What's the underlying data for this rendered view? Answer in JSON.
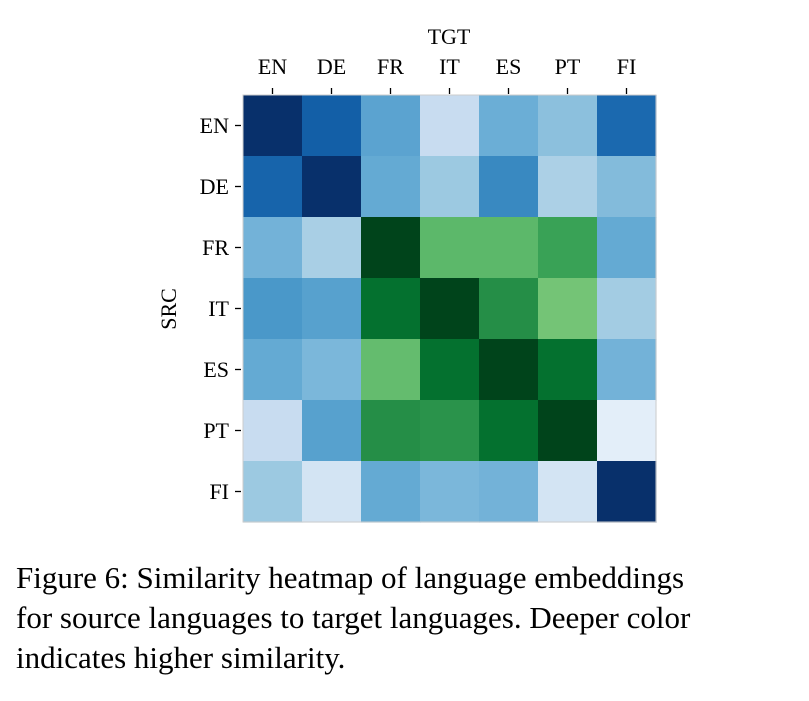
{
  "chart_data": {
    "type": "heatmap",
    "xlabel": "TGT",
    "ylabel": "SRC",
    "x_categories": [
      "EN",
      "DE",
      "FR",
      "IT",
      "ES",
      "PT",
      "FI"
    ],
    "y_categories": [
      "EN",
      "DE",
      "FR",
      "IT",
      "ES",
      "PT",
      "FI"
    ],
    "x_axis_position": "top",
    "colormaps": {
      "blues": [
        "#f7fbff",
        "#deebf7",
        "#c6dbef",
        "#9ecae1",
        "#6baed6",
        "#4292c6",
        "#2171b5",
        "#08519c",
        "#08306b"
      ],
      "greens": [
        "#f7fcf5",
        "#e5f5e0",
        "#c7e9c0",
        "#a1d99b",
        "#74c476",
        "#41ab5d",
        "#238b45",
        "#006d2c",
        "#00441b"
      ]
    },
    "romance_group": [
      "FR",
      "IT",
      "ES",
      "PT"
    ],
    "matrix": [
      [
        1.0,
        0.82,
        0.55,
        0.24,
        0.5,
        0.42,
        0.78
      ],
      [
        0.8,
        1.0,
        0.52,
        0.38,
        0.66,
        0.33,
        0.44
      ],
      [
        0.48,
        0.34,
        1.0,
        0.56,
        0.56,
        0.66,
        0.52
      ],
      [
        0.6,
        0.56,
        0.86,
        1.0,
        0.74,
        0.5,
        0.36
      ],
      [
        0.52,
        0.46,
        0.54,
        0.86,
        1.0,
        0.86,
        0.48
      ],
      [
        0.24,
        0.56,
        0.74,
        0.72,
        0.86,
        1.0,
        0.1
      ],
      [
        0.38,
        0.18,
        0.52,
        0.46,
        0.48,
        0.18,
        1.0
      ]
    ]
  },
  "caption": {
    "lines": [
      "Figure 6: Similarity heatmap of language embeddings",
      "for source languages to target languages. Deeper color",
      "indicates higher similarity."
    ]
  }
}
